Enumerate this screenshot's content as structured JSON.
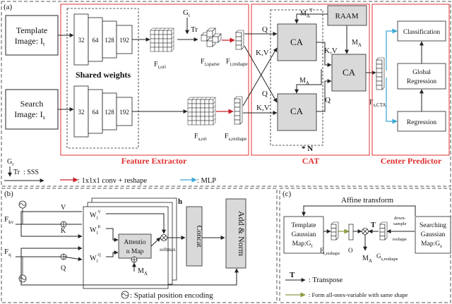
{
  "colors": {
    "line": "#222222",
    "red_box": "#e03030",
    "red_arrow": "#c8202a",
    "blue_arrow": "#3aa8d8",
    "green_arrow": "#8a9a40",
    "fill_box": "#d9d9d9",
    "fill_cube": "#ffffff"
  },
  "panel_a": {
    "tag": "(a)",
    "template_input": [
      "Template",
      "Image: I",
      "t"
    ],
    "search_input": [
      "Search",
      "Image: I",
      "s"
    ],
    "backbone_channels": [
      "32",
      "64",
      "128",
      "192"
    ],
    "shared_weights": "Shared weights",
    "Gt": "G",
    "Gt_sub": "t",
    "Tr": "Tr",
    "f_t_ori": "F",
    "f_t_ori_sub": "t,ori",
    "f_t_sparse": "F",
    "f_t_sparse_sub": "t,sparse",
    "f_t_reshape": "F",
    "f_t_reshape_sub": "t,reshape",
    "f_s_ori": "F",
    "f_s_ori_sub": "s,ori",
    "f_s_reshape": "F",
    "f_s_reshape_sub": "s,reshape",
    "feature_extractor": "Feature Extractor",
    "cat": "CAT",
    "center_predictor": "Center Predictor",
    "raam": "RAAM",
    "ca": "CA",
    "q": "Q",
    "kv": "K,V",
    "ma": "M",
    "ma_sub": "A",
    "mat": "M",
    "mat_sub": "A",
    "mat_sup": "T",
    "repeat": "* N",
    "f_cta": "F",
    "f_cta_sub": "s,CTA",
    "classification": "Classification",
    "global_regression": [
      "Global",
      "Regression"
    ],
    "regression": "Regression",
    "legend_gt": "G",
    "legend_gt_sub": "t",
    "legend_tr": "Tr",
    "legend_sss": ": SSS",
    "legend_conv": ": 1x1x1 conv + reshape",
    "legend_mlp": ": MLP"
  },
  "panel_b": {
    "tag": "(b)",
    "fkv": "F",
    "fkv_sub": "kv",
    "fq": "F",
    "fq_sub": "q",
    "v": "V",
    "k": "K",
    "q": "Q",
    "wv": "W",
    "wv_sup": "V",
    "wk": "W",
    "wk_sup": "K",
    "wq": "W",
    "wq_sup": "Q",
    "w_sub": "i",
    "attention_map": [
      "Attentio",
      "n Map"
    ],
    "softmax": "softmax",
    "h": "h",
    "concat": "Concat",
    "add_norm": "Add & Norm",
    "ma": "M",
    "ma_sub": "A",
    "spe_legend": ": Spatial position encoding"
  },
  "panel_c": {
    "tag": "(c)",
    "affine": "Affine transform",
    "template_gaussian": [
      "Template",
      "Gaussian",
      "Map:G"
    ],
    "template_gaussian_sub": "t",
    "searching_gaussian": [
      "Searching",
      "Gaussian",
      "Map:G"
    ],
    "searching_gaussian_sub": "s",
    "f_t_reshape": "F",
    "f_t_reshape_sub": "t,reshape",
    "o": "O",
    "t": "T",
    "ma": "M",
    "ma_sub": "A",
    "g_s_reshape": "G",
    "g_s_reshape_sub": "s,reshape",
    "downsample": [
      "down-",
      "sample",
      "reshape"
    ],
    "legend_t": "T",
    "legend_t_text": ": Transpose",
    "legend_green": ": Form all-ones-variable with same shape"
  }
}
